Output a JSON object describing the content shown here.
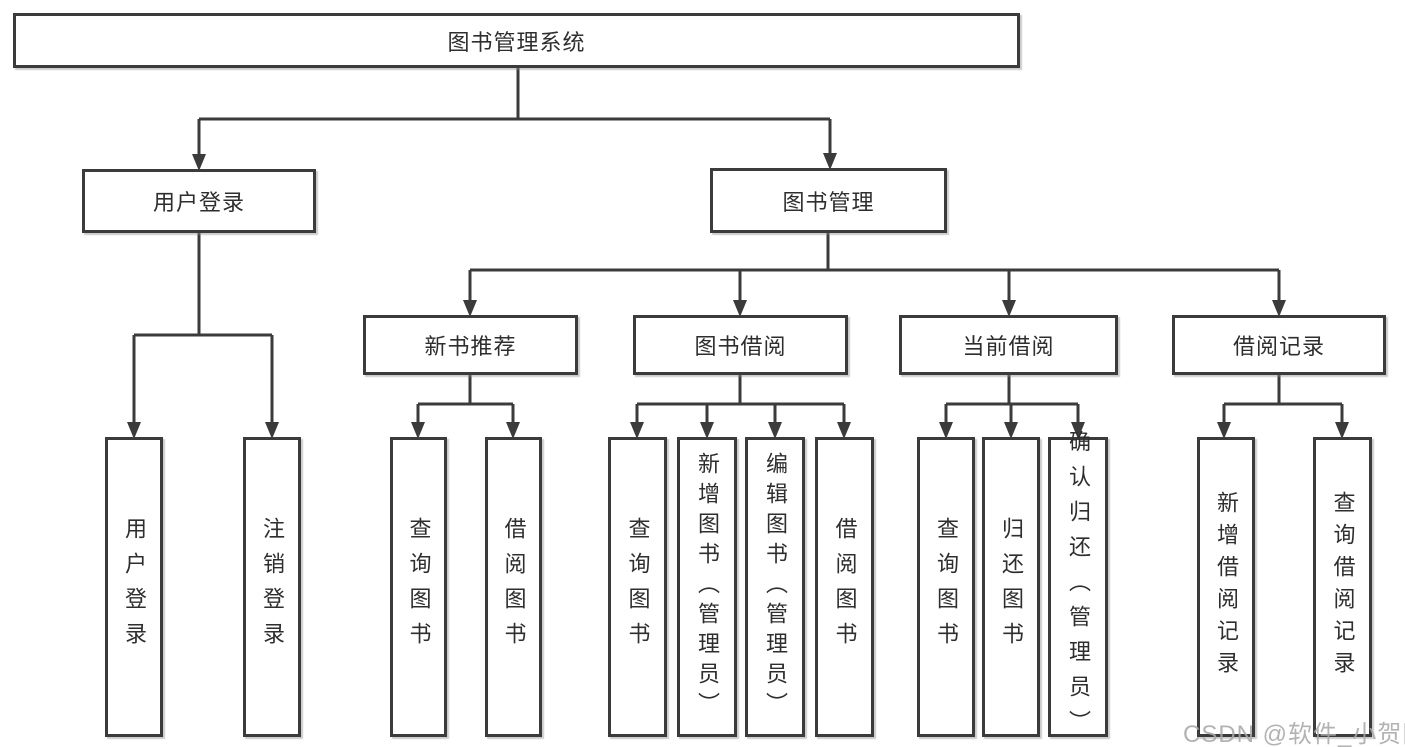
{
  "colors": {
    "background": "#ffffff",
    "box_fill": "#ffffff",
    "box_border": "#3b3b3b",
    "line": "#3b3b3b",
    "text": "#2e2e2e",
    "watermark": "#a8a8a8"
  },
  "watermark": {
    "text": "CSDN @软件_小贺同学"
  },
  "tree": {
    "label": "图书管理系统",
    "children": [
      {
        "label": "用户登录",
        "children": [
          {
            "label": "用户登录"
          },
          {
            "label": "注销登录"
          }
        ]
      },
      {
        "label": "图书管理",
        "children": [
          {
            "label": "新书推荐",
            "children": [
              {
                "label": "查询图书"
              },
              {
                "label": "借阅图书"
              }
            ]
          },
          {
            "label": "图书借阅",
            "children": [
              {
                "label": "查询图书"
              },
              {
                "label": "新增图书（管理员）"
              },
              {
                "label": "编辑图书（管理员）"
              },
              {
                "label": "借阅图书"
              }
            ]
          },
          {
            "label": "当前借阅",
            "children": [
              {
                "label": "查询图书"
              },
              {
                "label": "归还图书"
              },
              {
                "label": "确认归还（管理员）"
              }
            ]
          },
          {
            "label": "借阅记录",
            "children": [
              {
                "label": "新增借阅记录"
              },
              {
                "label": "查询借阅记录"
              }
            ]
          }
        ]
      }
    ]
  }
}
